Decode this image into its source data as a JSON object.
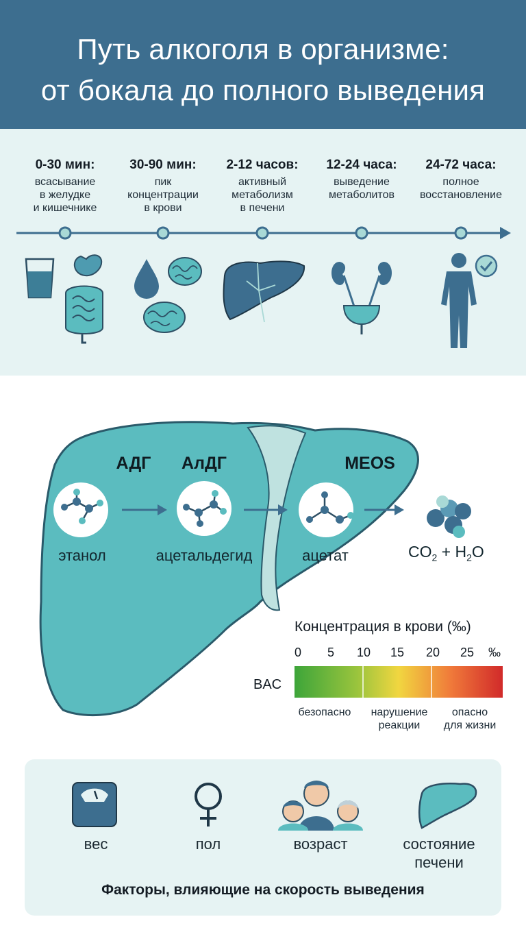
{
  "header": {
    "title_line1": "Путь алкоголя в организме:",
    "title_line2": "от бокала до полного выведения",
    "bg_color": "#3d6e8f"
  },
  "timeline": {
    "stages": [
      {
        "time": "0-30 мин:",
        "desc": "всасывание\nв желудке\nи кишечнике",
        "icons": [
          "glass-of-water-icon",
          "stomach-intestines-icon"
        ]
      },
      {
        "time": "30-90 мин:",
        "desc": "пик\nконцентрации\nв крови",
        "icons": [
          "blood-drop-icon",
          "brain-icon"
        ]
      },
      {
        "time": "2-12 часов:",
        "desc": "активный\nметаболизм\nв печени",
        "icons": [
          "liver-icon"
        ]
      },
      {
        "time": "12-24 часа:",
        "desc": "выведение\nметаболитов",
        "icons": [
          "kidneys-bladder-icon"
        ]
      },
      {
        "time": "24-72 часа:",
        "desc": "полное\nвосстановление",
        "icons": [
          "human-body-icon",
          "checkmark-icon"
        ]
      }
    ]
  },
  "metabolism": {
    "enzymes": [
      "АДГ",
      "АлДГ",
      "MEOS"
    ],
    "molecules": [
      "этанол",
      "ацетальдегид",
      "ацетат"
    ],
    "end_products": {
      "co": "CO",
      "co_sub": "2",
      "plus_h": " + H",
      "h_sub": "2",
      "o": "O"
    },
    "liver_color": "#5bbcbf"
  },
  "bac_scale": {
    "title": "Концентрация в крови (‰)",
    "ticks": [
      "0",
      "5",
      "10",
      "15",
      "20",
      "25",
      "‰"
    ],
    "side_label": "BAC",
    "zones": [
      "безопасно",
      "нарушение\nреакции",
      "опасно\nдля жизни"
    ],
    "gradient_colors": [
      "#3da53a",
      "#9ac43d",
      "#f1d640",
      "#f07a3a",
      "#d12a2a"
    ]
  },
  "factors": {
    "items": [
      {
        "label": "вес",
        "icon": "scale-icon"
      },
      {
        "label": "пол",
        "icon": "female-symbol-icon"
      },
      {
        "label": "возраст",
        "icon": "family-icon"
      },
      {
        "label": "состояние\nпечени",
        "icon": "liver-icon"
      }
    ],
    "caption": "Факторы, влияющие на скорость выведения"
  }
}
